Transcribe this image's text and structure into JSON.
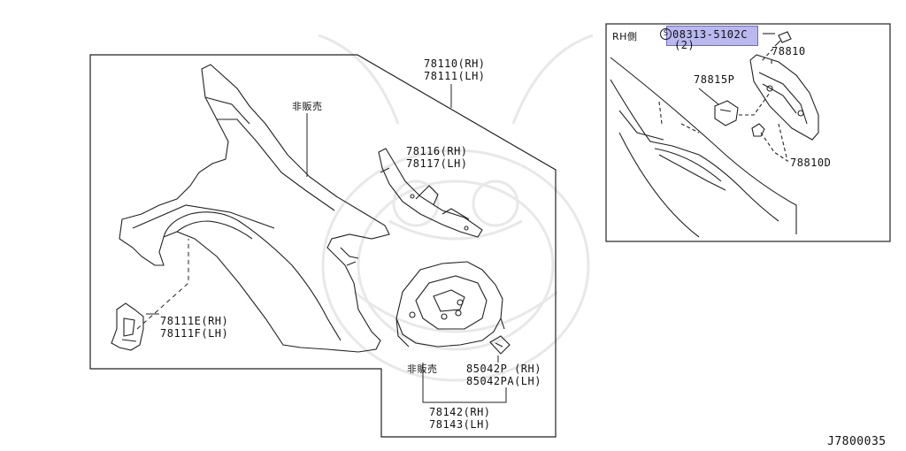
{
  "diagram_id": "J7800035",
  "main": {
    "fender_label": "非販売",
    "fender_part": [
      "78110(RH)",
      "78111(LH)"
    ],
    "reinforcement_part": [
      "78116(RH)",
      "78117(LH)"
    ],
    "protector_part": [
      "78111E(RH)",
      "78111F(LH)"
    ],
    "wheelhouse_label": "非販売",
    "bracket_part": [
      "85042P (RH)",
      "85042PA(LH)"
    ],
    "wheelhouse_part": [
      "78142(RH)",
      "78143(LH)"
    ]
  },
  "inset": {
    "side_label": "RH側",
    "screw_symbol": "S",
    "screw_part": "08313-5102C",
    "screw_qty": "(2)",
    "lid_part": "78810",
    "clip_part": "78815P",
    "bumper_part": "78810D"
  },
  "colors": {
    "line": "#222222",
    "highlight": "#b9b9ef",
    "watermark": "#e6e6e6"
  }
}
